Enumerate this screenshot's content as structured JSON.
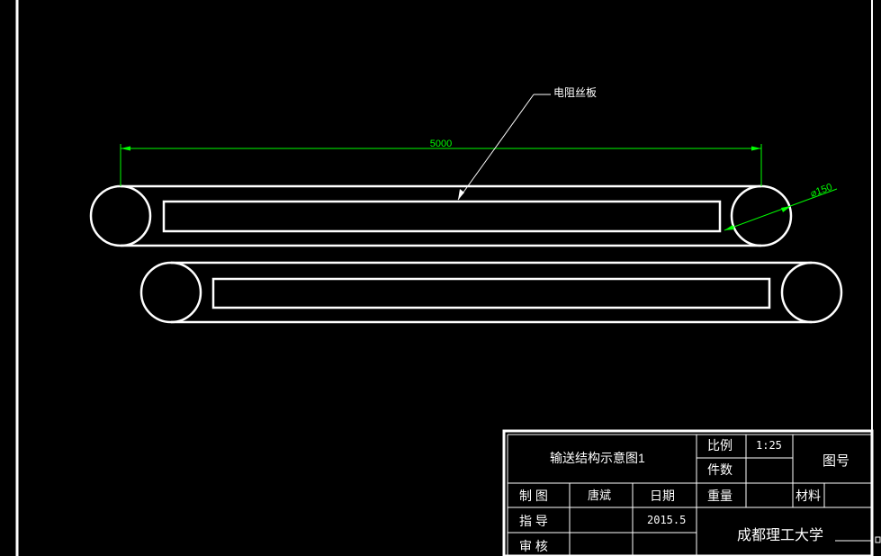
{
  "drawing": {
    "annotation_label": "电阻丝板",
    "length_dimension": "5000",
    "diameter_dimension": "⌀150",
    "colors": {
      "background": "#000000",
      "geometry": "#ffffff",
      "dimension": "#00ff00"
    }
  },
  "title_block": {
    "drawing_title": "输送结构示意图1",
    "scale_label": "比例",
    "scale_value": "1:25",
    "quantity_label": "件数",
    "drawing_number_label": "图号",
    "drawn_label": "制 图",
    "drawn_by": "唐斌",
    "date_label": "日期",
    "weight_label": "重量",
    "material_label": "材料",
    "guide_label": "指 导",
    "date_value": "2015.5",
    "review_label": "审 核",
    "organization": "成都理工大学"
  }
}
